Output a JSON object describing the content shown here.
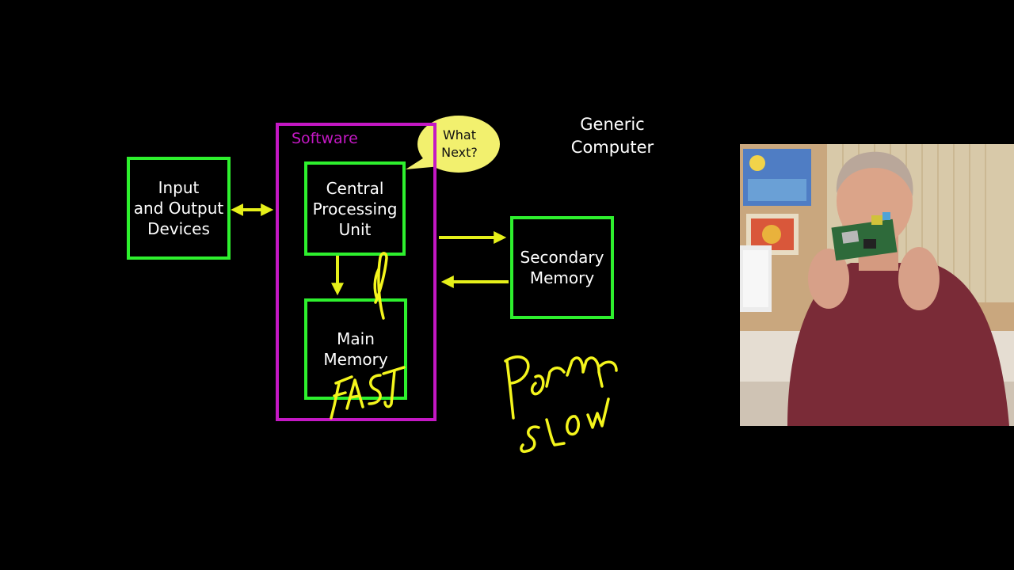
{
  "slide": {
    "title_line1": "Generic",
    "title_line2": "Computer",
    "software_label": "Software",
    "bubble_line1": "What",
    "bubble_line2": "Next?",
    "boxes": {
      "io": [
        "Input",
        "and Output",
        "Devices"
      ],
      "cpu": [
        "Central",
        "Processing",
        "Unit"
      ],
      "main_memory": [
        "Main",
        "Memory"
      ],
      "secondary_memory": [
        "Secondary",
        "Memory"
      ]
    }
  },
  "annotations": {
    "fast": "FAST",
    "perm": "PERM",
    "slow": "SLOW"
  },
  "colors": {
    "background": "#000000",
    "box_border": "#2ef02e",
    "software_border": "#c418c4",
    "arrow": "#e6f01a",
    "bubble": "#f2f06e",
    "ink": "#f4f51c"
  },
  "video_inset": {
    "content": "presenter holding a small circuit board"
  }
}
